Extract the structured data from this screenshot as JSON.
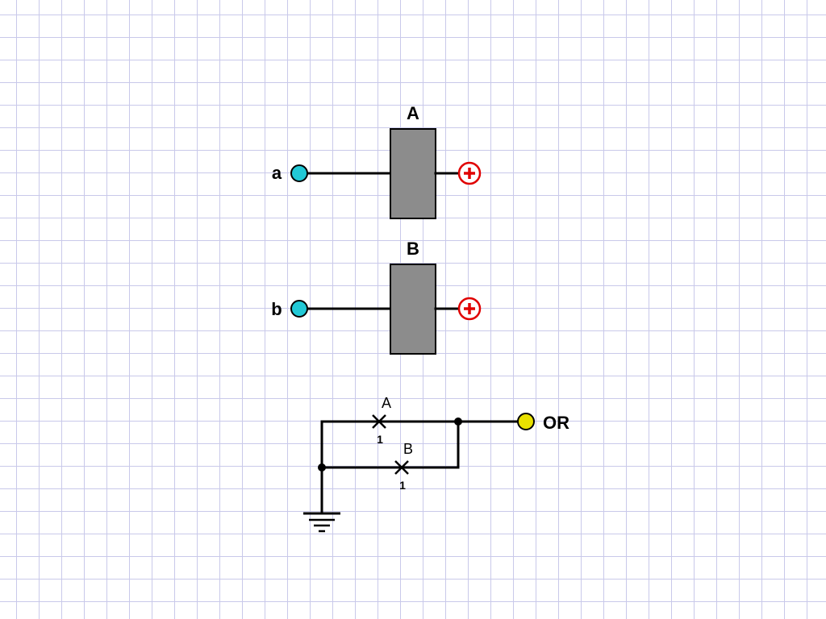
{
  "relays": [
    {
      "name": "A",
      "input": "a"
    },
    {
      "name": "B",
      "input": "b"
    }
  ],
  "contacts": [
    {
      "label": "A",
      "number": "1"
    },
    {
      "label": "B",
      "number": "1"
    }
  ],
  "output": {
    "label": "OR"
  },
  "colors": {
    "input_terminal": "#22c9d6",
    "output_terminal": "#e8e000",
    "power_symbol": "#e00000",
    "relay_coil": "#8c8c8c",
    "grid": "#c9c9ea"
  },
  "icons": {
    "power": "plus-circle-icon",
    "ground": "ground-icon",
    "contact": "normally-open-contact-icon"
  }
}
